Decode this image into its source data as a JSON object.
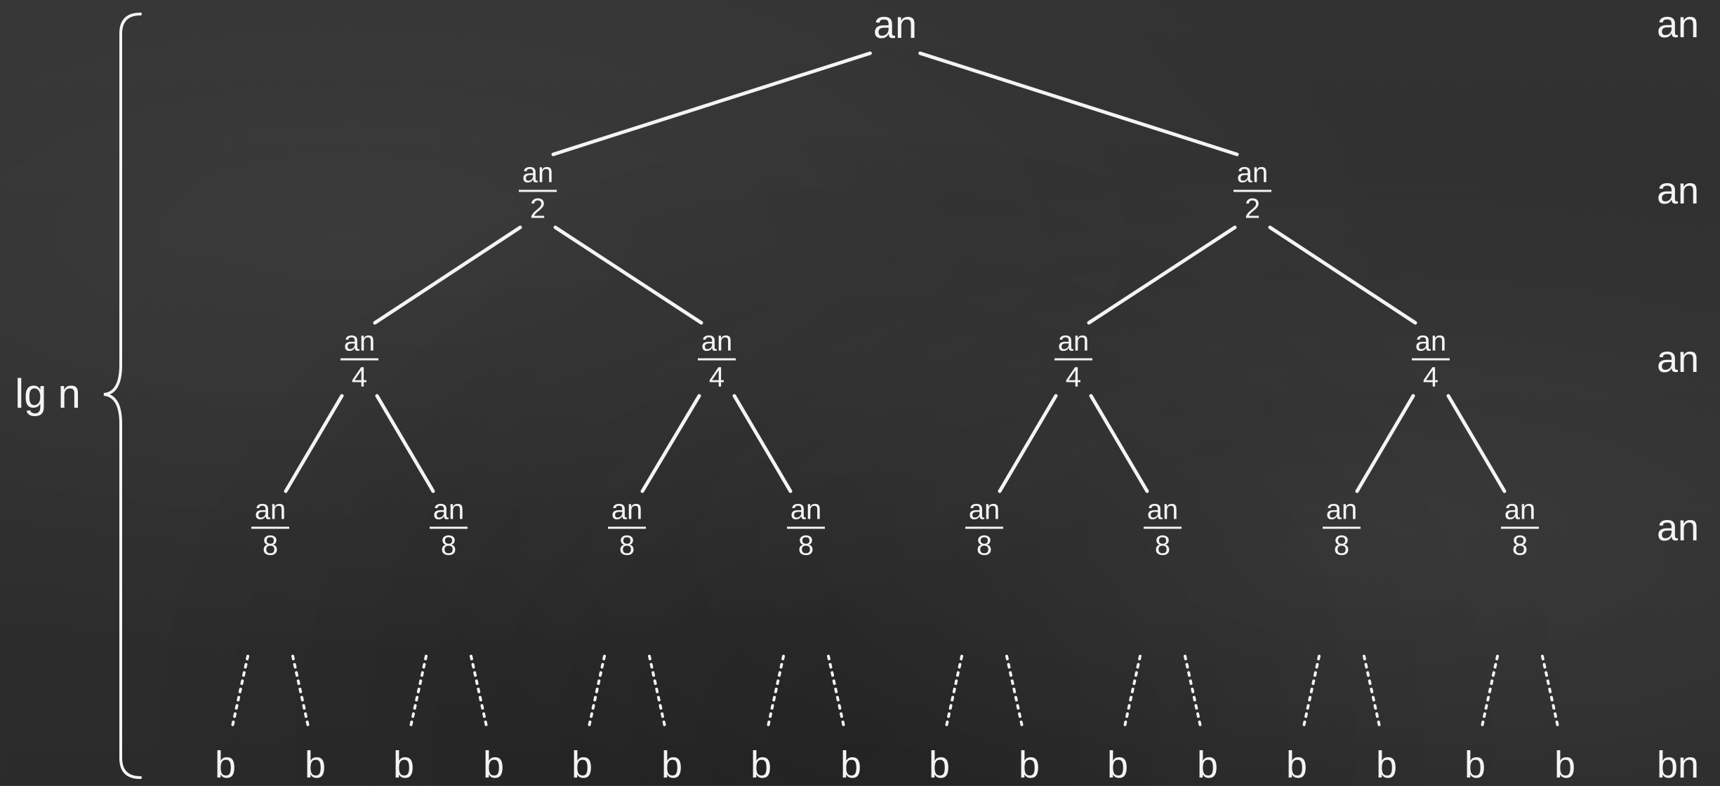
{
  "diagram": {
    "root": "an",
    "levels": [
      {
        "numerator": "an",
        "denominator": "2",
        "count": 2
      },
      {
        "numerator": "an",
        "denominator": "4",
        "count": 4
      },
      {
        "numerator": "an",
        "denominator": "8",
        "count": 8
      }
    ],
    "leaf_label": "b",
    "leaf_count": 16,
    "level_costs": [
      "an",
      "an",
      "an",
      "an",
      "bn"
    ],
    "height_label": "lg n",
    "colors": {
      "chalk": "#f4f4f4",
      "board": "#2f2f2f"
    }
  }
}
